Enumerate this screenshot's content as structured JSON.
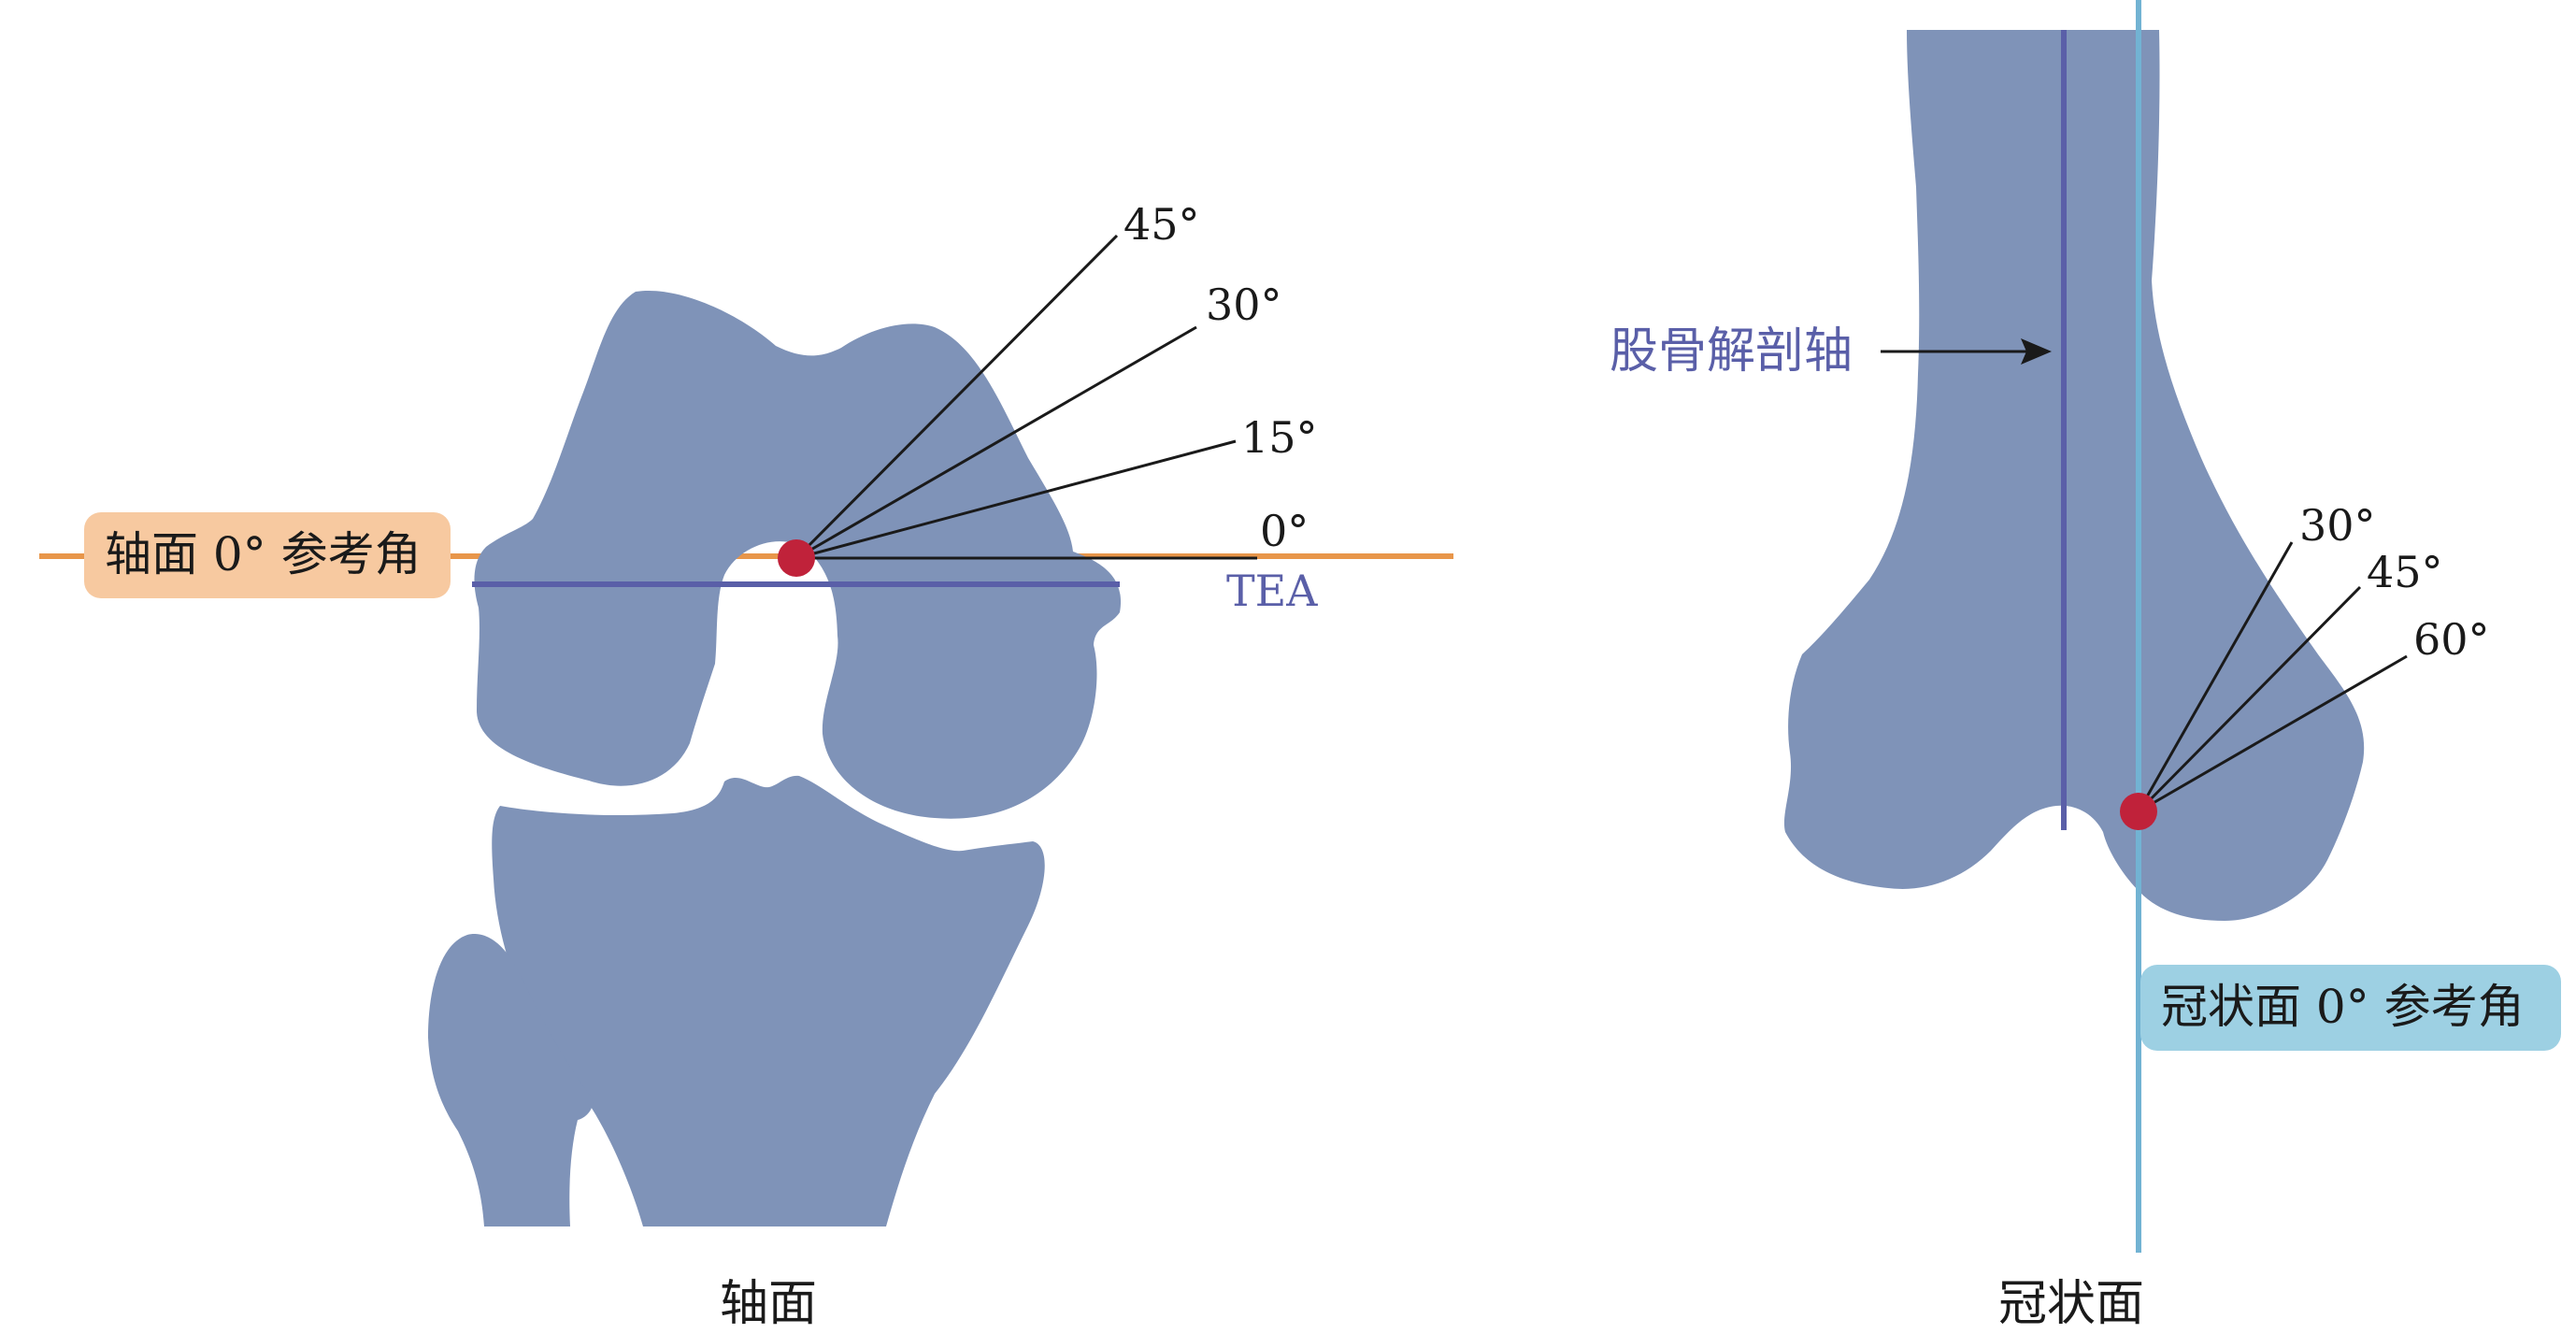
{
  "colors": {
    "bone": "#7f93b8",
    "axial_reference_line": "#e8964a",
    "axial_reference_box": "#f7c9a0",
    "coronal_reference_line": "#72b3d3",
    "coronal_reference_box": "#9dd0e3",
    "tea_line": "#5a5fa8",
    "anatomic_axis": "#5a5fa8",
    "pivot_point": "#c0223a",
    "angle_lines": "#1a1a1a"
  },
  "axial_view": {
    "reference_label": "轴面 0° 参考角",
    "tea_label": "TEA",
    "angle_labels": [
      "0°",
      "15°",
      "30°",
      "45°"
    ],
    "angles_deg": [
      0,
      15,
      30,
      45
    ],
    "caption": "轴面"
  },
  "coronal_view": {
    "anatomic_axis_label": "股骨解剖轴",
    "reference_label": "冠状面 0° 参考角",
    "angle_labels": [
      "30°",
      "45°",
      "60°"
    ],
    "angles_deg": [
      30,
      45,
      60
    ],
    "caption": "冠状面"
  }
}
